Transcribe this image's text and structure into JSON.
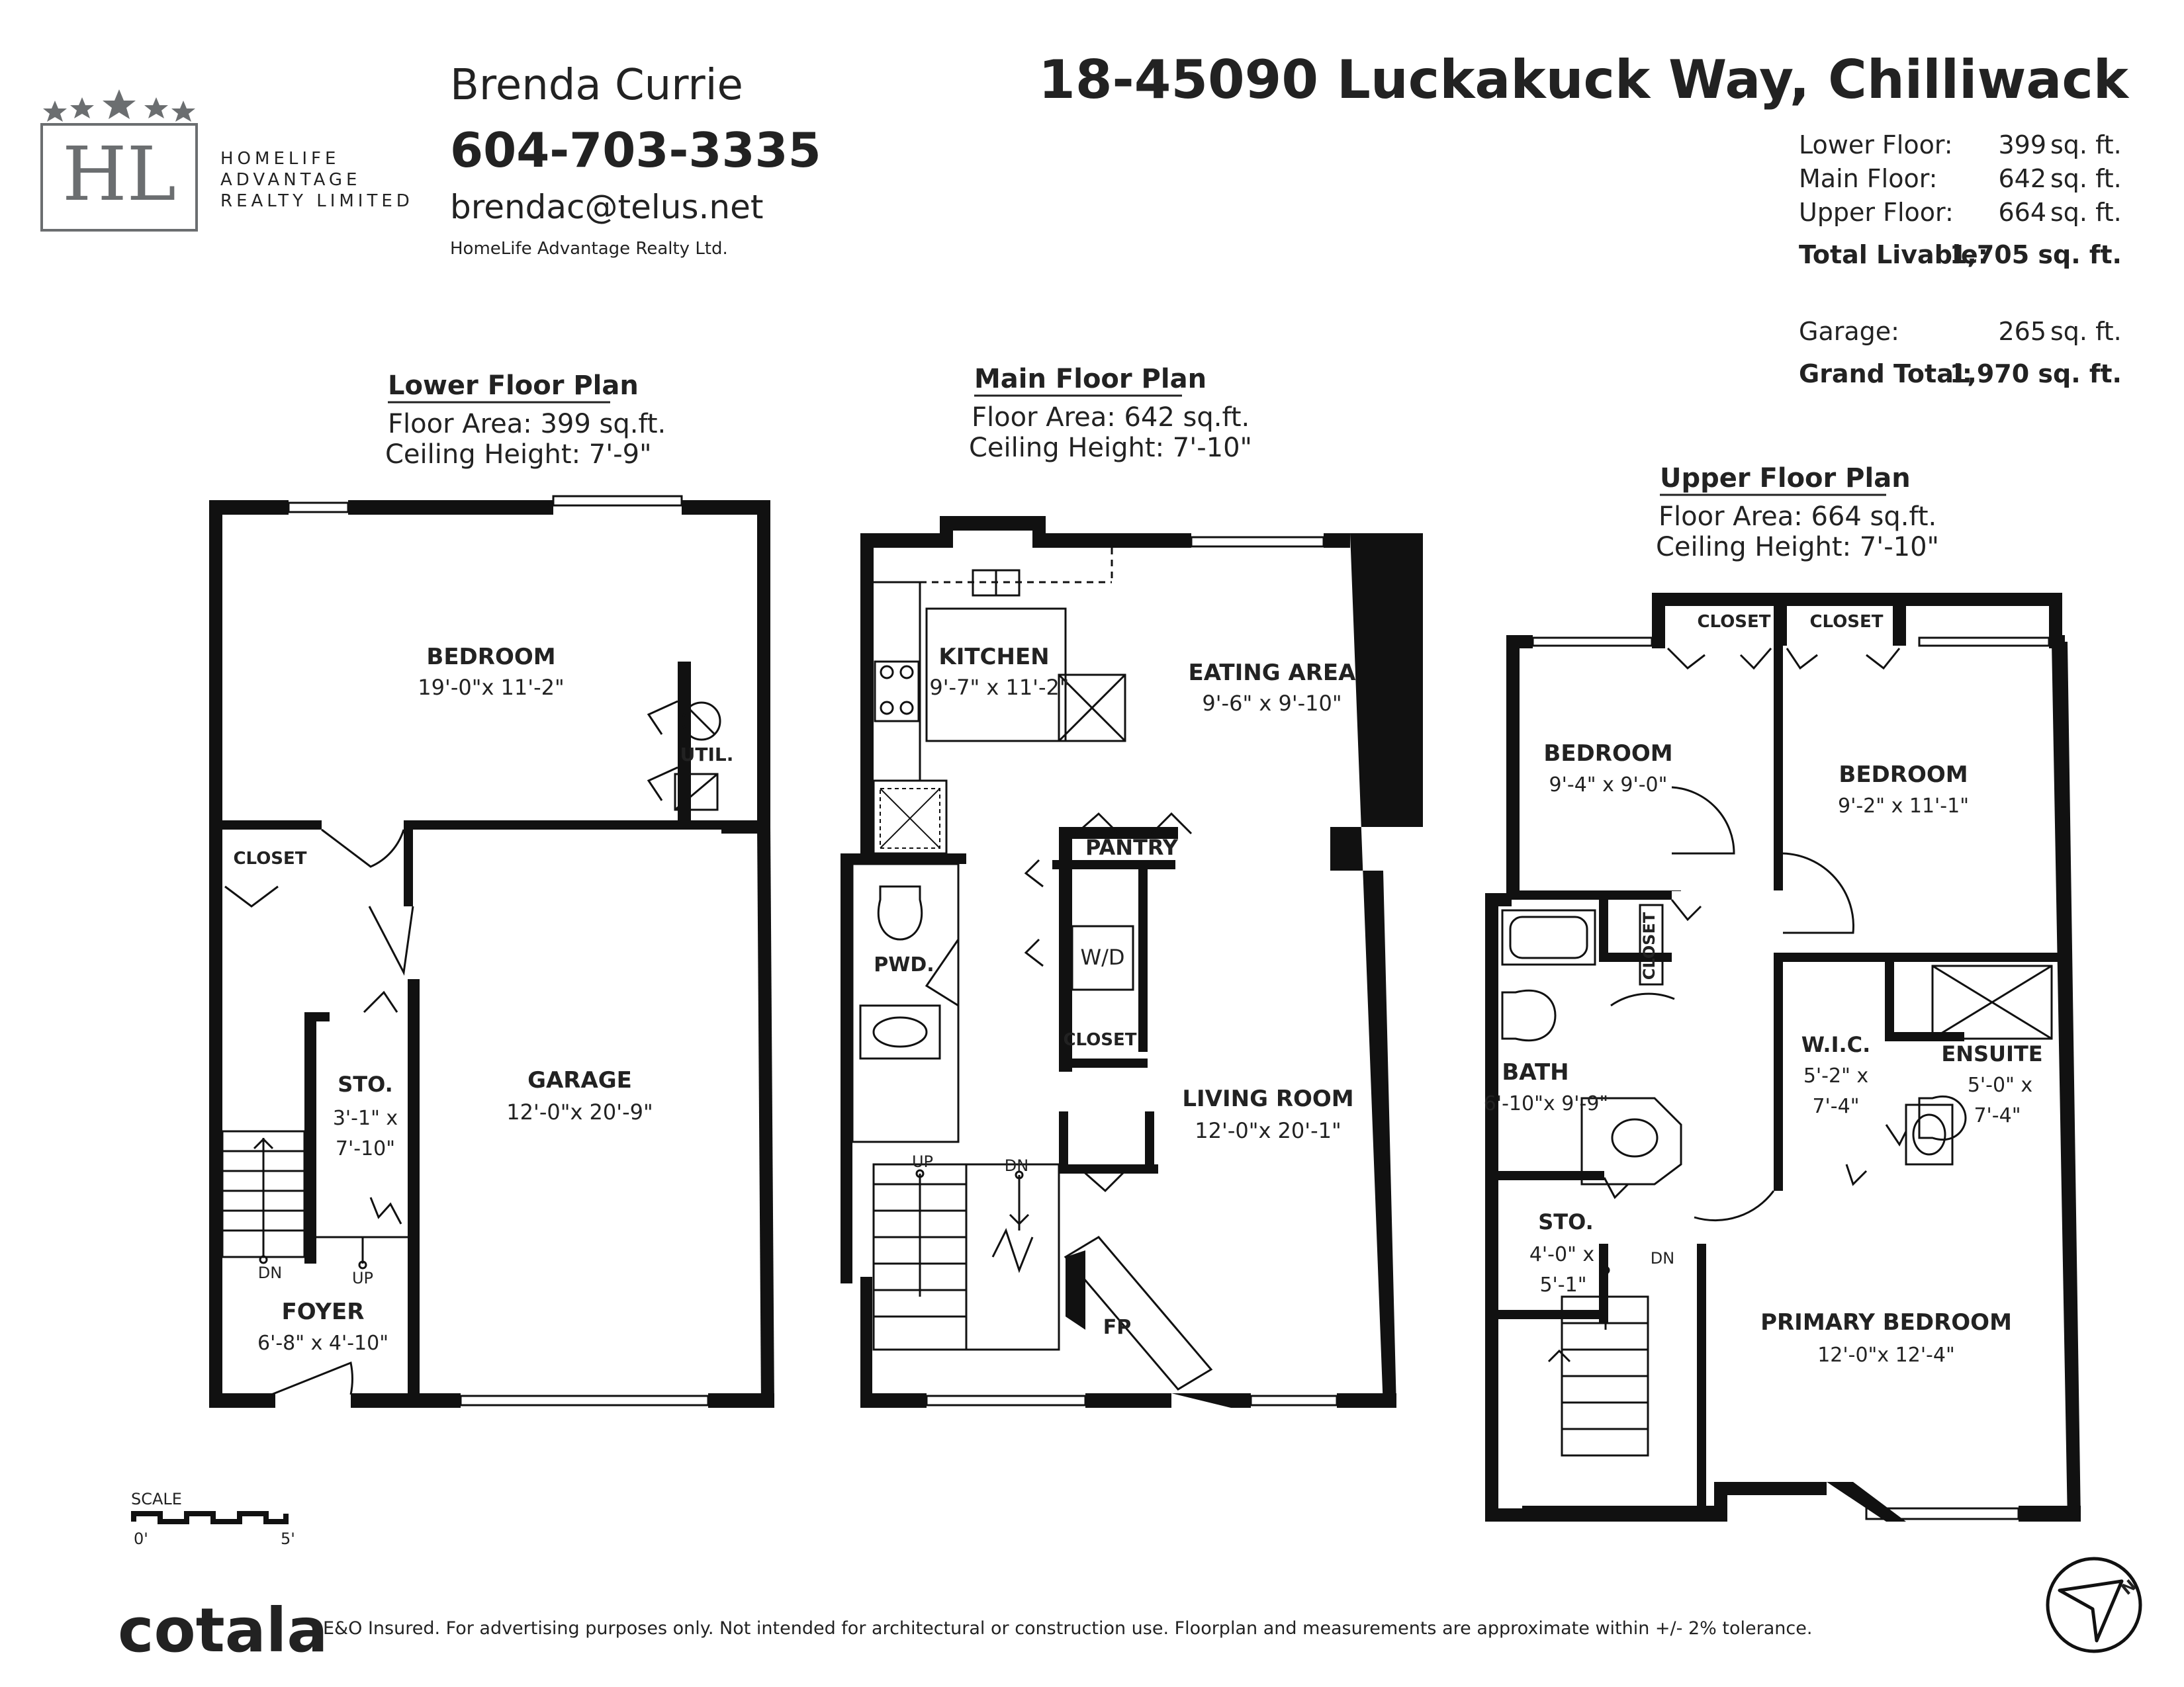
{
  "agent": {
    "logo_initials": "HL",
    "logo_line1": "HOMELIFE",
    "logo_line2": "ADVANTAGE",
    "logo_line3": "REALTY LIMITED",
    "name": "Brenda Currie",
    "phone": "604-703-3335",
    "email": "brendac@telus.net",
    "brokerage": "HomeLife Advantage Realty Ltd."
  },
  "property": {
    "address": "18-45090 Luckakuck Way, Chilliwack"
  },
  "area_summary": {
    "rows": [
      {
        "label": "Lower Floor:",
        "value": "399",
        "unit": "sq. ft."
      },
      {
        "label": "Main Floor:",
        "value": "642",
        "unit": "sq. ft."
      },
      {
        "label": "Upper Floor:",
        "value": "664",
        "unit": "sq. ft."
      }
    ],
    "total_livable_label": "Total Livable:",
    "total_livable_value": "1,705 sq. ft.",
    "garage_label": "Garage:",
    "garage_value": "265",
    "garage_unit": "sq. ft.",
    "grand_total_label": "Grand Total:",
    "grand_total_value": "1,970 sq. ft."
  },
  "lower": {
    "title": "Lower Floor Plan",
    "area": "Floor Area: 399 sq.ft.",
    "ceiling": "Ceiling Height: 7'-9\"",
    "bedroom": "BEDROOM",
    "bedroom_dim": "19'-0\"x 11'-2\"",
    "util": "UTIL.",
    "closet": "CLOSET",
    "sto": "STO.",
    "sto_dim1": "3'-1\" x",
    "sto_dim2": "7'-10\"",
    "garage": "GARAGE",
    "garage_dim": "12'-0\"x 20'-9\"",
    "foyer": "FOYER",
    "foyer_dim": "6'-8\" x 4'-10\"",
    "dn": "DN",
    "up": "UP"
  },
  "main": {
    "title": "Main Floor Plan",
    "area": "Floor Area: 642 sq.ft.",
    "ceiling": "Ceiling Height: 7'-10\"",
    "kitchen": "KITCHEN",
    "kitchen_dim": "9'-7\" x 11'-2\"",
    "eating": "EATING AREA",
    "eating_dim": "9'-6\" x 9'-10\"",
    "pantry": "PANTRY",
    "pwd": "PWD.",
    "wd": "W/D",
    "closet": "CLOSET",
    "living": "LIVING ROOM",
    "living_dim": "12'-0\"x 20'-1\"",
    "up": "UP",
    "dn": "DN",
    "fp": "FP"
  },
  "upper": {
    "title": "Upper Floor Plan",
    "area": "Floor Area: 664 sq.ft.",
    "ceiling": "Ceiling Height: 7'-10\"",
    "closet1": "CLOSET",
    "closet2": "CLOSET",
    "closet3": "CLOSET",
    "bed1": "BEDROOM",
    "bed1_dim": "9'-4\" x 9'-0\"",
    "bed2": "BEDROOM",
    "bed2_dim": "9'-2\" x 11'-1\"",
    "bath": "BATH",
    "bath_dim": "6'-10\"x 9'-9\"",
    "wic": "W.I.C.",
    "wic_dim1": "5'-2\" x",
    "wic_dim2": "7'-4\"",
    "ensuite": "ENSUITE",
    "ensuite_dim1": "5'-0\" x",
    "ensuite_dim2": "7'-4\"",
    "sto": "STO.",
    "sto_dim1": "4'-0\" x",
    "sto_dim2": "5'-1\"",
    "dn": "DN",
    "primary": "PRIMARY BEDROOM",
    "primary_dim": "12'-0\"x 12'-4\""
  },
  "scale": {
    "label": "SCALE",
    "start": "0'",
    "end": "5'"
  },
  "footer": {
    "brand": "cotala",
    "disclaimer": "E&O Insured. For advertising purposes only. Not intended for architectural or construction use. Floorplan and measurements are approximate within +/- 2% tolerance."
  },
  "compass": {
    "letter": "N"
  },
  "colors": {
    "wall": "#111111",
    "text": "#222222",
    "logo": "#6b6e70"
  }
}
